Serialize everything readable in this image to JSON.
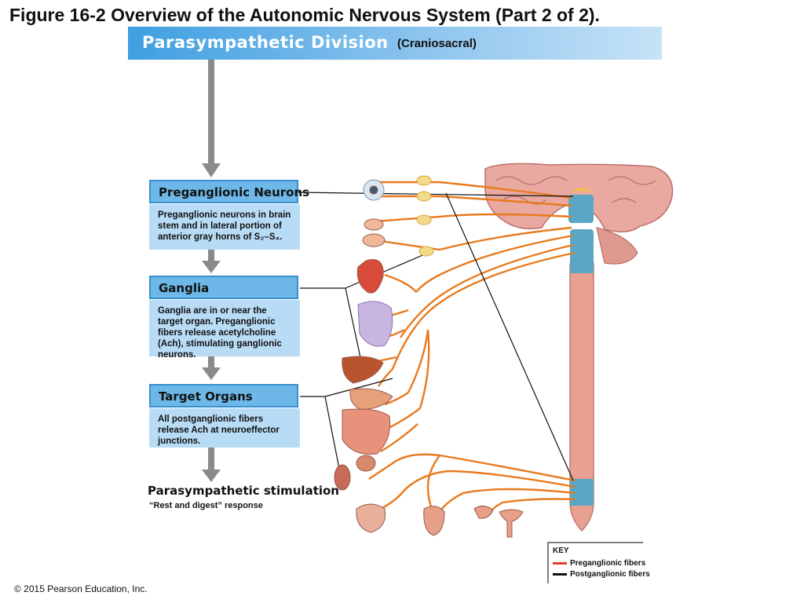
{
  "figure": {
    "title": "Figure 16-2 Overview of the Autonomic Nervous System (Part 2 of 2).",
    "copyright": "© 2015 Pearson Education, Inc."
  },
  "division": {
    "title": "Parasympathetic Division",
    "subtitle": "(Craniosacral)"
  },
  "steps": [
    {
      "heading": "Preganglionic Neurons",
      "body": "Preganglionic neurons in brain stem and in lateral portion of anterior gray horns of S₂–S₄."
    },
    {
      "heading": "Ganglia",
      "body": "Ganglia are in or near the target organ. Preganglionic fibers release acetylcholine (Ach), stimulating ganglionic neurons."
    },
    {
      "heading": "Target Organs",
      "body": "All postganglionic fibers release Ach at neuroeffector junctions."
    }
  ],
  "stimulation": {
    "title": "Parasympathetic stimulation",
    "subtitle": "“Rest and digest” response"
  },
  "key": {
    "title": "KEY",
    "items": [
      {
        "label": "Preganglionic fibers",
        "color": "#e53b2a"
      },
      {
        "label": "Postganglionic fibers",
        "color": "#111111"
      }
    ]
  },
  "colors": {
    "banner": "#3f9fe0",
    "heading_box": "#6db8e8",
    "body_box": "#b9dcf6",
    "arrow": "#8a8a8a",
    "nerve_fiber": "#e87a1e",
    "spinal_cord": "#e8a090",
    "brain": "#e9a9a0",
    "cord_highlight": "#5aa6c4"
  }
}
